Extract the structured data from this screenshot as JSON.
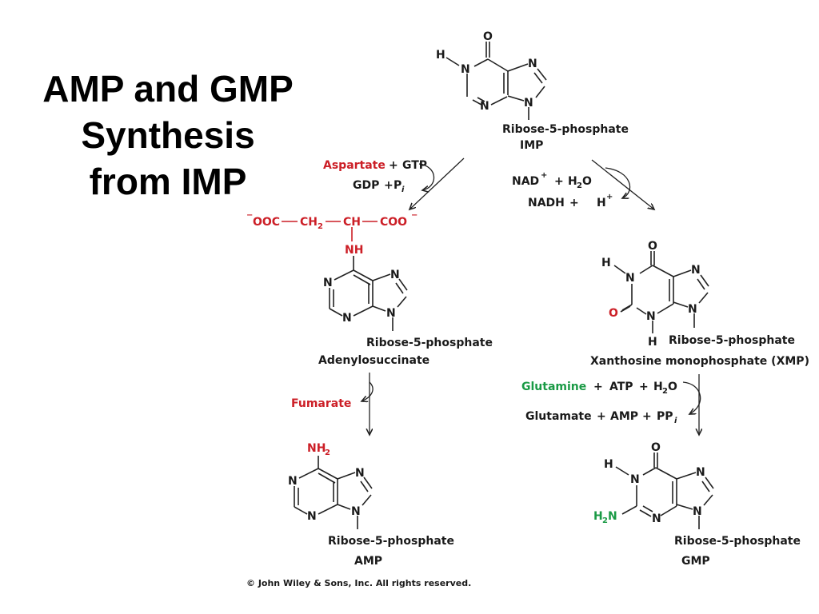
{
  "title": {
    "line1": "AMP and GMP",
    "line2": "Synthesis",
    "line3": "from IMP"
  },
  "colors": {
    "red": "#cc1f27",
    "green": "#1a9a45",
    "black": "#1a1a1a"
  },
  "atoms": {
    "H": "H",
    "N": "N",
    "O": "O"
  },
  "imp": {
    "sugar": "Ribose-5-phosphate",
    "name": "IMP"
  },
  "left_step1": {
    "aspartate": "Aspartate",
    "plus1": "+",
    "gtp": "GTP",
    "gdp": "GDP",
    "plus2": "+",
    "p": "P",
    "p_sub": "i"
  },
  "adenylosuccinate": {
    "coo_left": "OOC",
    "coo_left_charge": "−",
    "ch2": "CH",
    "ch2_sub": "2",
    "ch": "CH",
    "coo_right": "COO",
    "coo_right_charge": "−",
    "nh": "NH",
    "sugar": "Ribose-5-phosphate",
    "name": "Adenylosuccinate"
  },
  "left_step2": {
    "fumarate": "Fumarate"
  },
  "amp": {
    "nh2": "NH",
    "nh2_sub": "2",
    "sugar": "Ribose-5-phosphate",
    "name": "AMP"
  },
  "right_step1": {
    "nad": "NAD",
    "nad_charge": "+",
    "plus1": "+",
    "h2o": "H",
    "h2o_sub": "2",
    "h2o_o": "O",
    "nadh": "NADH",
    "plus2": "+",
    "hplus": "H",
    "hplus_charge": "+"
  },
  "xmp": {
    "sugar": "Ribose-5-phosphate",
    "name": "Xanthosine monophosphate (XMP)"
  },
  "right_step2": {
    "glutamine": "Glutamine",
    "plus1": "+",
    "atp": "ATP",
    "plus2": "+",
    "h2o": "H",
    "h2o_sub": "2",
    "h2o_o": "O",
    "glutamate": "Glutamate",
    "plus3": "+",
    "amp": "AMP",
    "plus4": "+",
    "ppi": "PP",
    "ppi_sub": "i"
  },
  "gmp": {
    "h2n": "H",
    "h2n_sub": "2",
    "h2n_n": "N",
    "sugar": "Ribose-5-phosphate",
    "name": "GMP"
  },
  "copyright": "© John Wiley & Sons, Inc. All rights reserved."
}
